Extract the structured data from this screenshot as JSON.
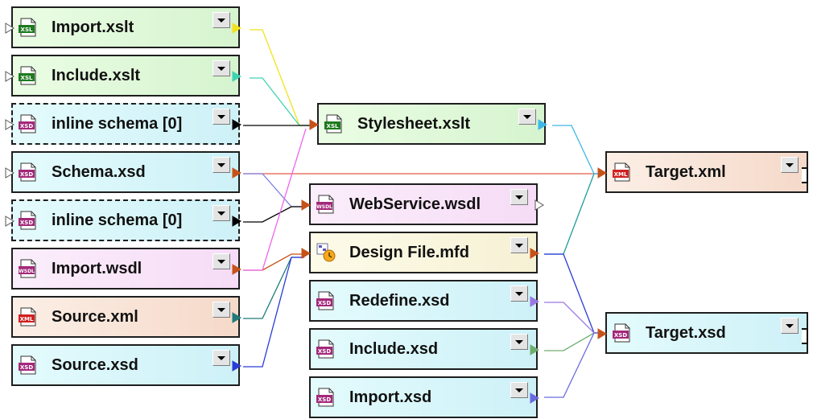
{
  "nodes": {
    "import_xslt": {
      "label": "Import.xslt",
      "type": "xsl",
      "icon": "xsl-file-icon"
    },
    "include_xslt": {
      "label": "Include.xslt",
      "type": "xsl",
      "icon": "xsl-file-icon"
    },
    "inline_schema_1": {
      "label": "inline schema [0]",
      "type": "xsd",
      "icon": "xsd-file-icon"
    },
    "schema_xsd": {
      "label": "Schema.xsd",
      "type": "xsd",
      "icon": "xsd-file-icon"
    },
    "inline_schema_2": {
      "label": "inline schema [0]",
      "type": "xsd",
      "icon": "xsd-file-icon"
    },
    "import_wsdl": {
      "label": "Import.wsdl",
      "type": "wsdl",
      "icon": "wsdl-file-icon"
    },
    "source_xml": {
      "label": "Source.xml",
      "type": "xml",
      "icon": "xml-file-icon"
    },
    "source_xsd": {
      "label": "Source.xsd",
      "type": "xsd",
      "icon": "xsd-file-icon"
    },
    "stylesheet_xslt": {
      "label": "Stylesheet.xslt",
      "type": "xsl",
      "icon": "xsl-file-icon"
    },
    "webservice_wsdl": {
      "label": "WebService.wsdl",
      "type": "wsdl",
      "icon": "wsdl-file-icon"
    },
    "design_file_mfd": {
      "label": "Design File.mfd",
      "type": "mfd",
      "icon": "mapforce-design-icon"
    },
    "redefine_xsd": {
      "label": "Redefine.xsd",
      "type": "xsd",
      "icon": "xsd-file-icon"
    },
    "include_xsd": {
      "label": "Include.xsd",
      "type": "xsd",
      "icon": "xsd-file-icon"
    },
    "import_xsd": {
      "label": "Import.xsd",
      "type": "xsd",
      "icon": "xsd-file-icon"
    },
    "target_xml": {
      "label": "Target.xml",
      "type": "xml",
      "icon": "xml-file-icon"
    },
    "target_xsd": {
      "label": "Target.xsd",
      "type": "xsd",
      "icon": "xsd-file-icon"
    }
  },
  "icon_tags": {
    "xsl": "XSL",
    "xsd": "XSD",
    "wsdl": "WSDL",
    "xml": "XML"
  },
  "colors": {
    "xsl_tag": "#1e7a1e",
    "xsd_tag": "#a3287a",
    "wsdl_tag": "#a3287a",
    "xml_tag": "#d21f1f",
    "port_orange": "#c6521a",
    "port_yellow": "#f2e21b",
    "port_teal": "#3fd3b2",
    "port_black": "#000000",
    "port_sky": "#3db8e8",
    "port_blue": "#2a3ad6",
    "port_dark_teal": "#1f7b7b",
    "port_violet": "#9a78e0",
    "port_green": "#6fae6f",
    "port_indigo": "#6a6ae0"
  }
}
